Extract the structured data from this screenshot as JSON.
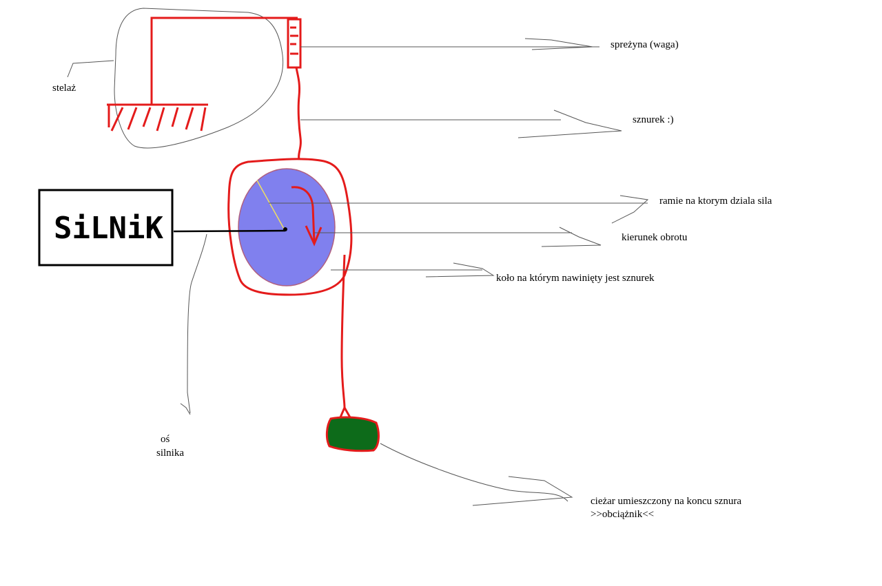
{
  "colors": {
    "ink": "#000000",
    "outline": "#555555",
    "red": "#e41b1b",
    "wheel_fill": "#8080ee",
    "wheel_stroke": "#b06080",
    "weight_fill": "#0d6b1a",
    "radius_line": "#f0e060"
  },
  "components": {
    "motor_text": "SiLNiK"
  },
  "labels": {
    "frame": "stelaż",
    "spring": "spreżyna (waga)",
    "string": "sznurek :)",
    "arm": "ramie na ktorym dziala sila",
    "rotation": "kierunek obrotu",
    "wheel": "koło na którym nawinięty jest sznurek",
    "axis_line1": "oś",
    "axis_line2": "silnika",
    "weight_line1": "cieżar umieszczony na koncu sznura",
    "weight_line2": ">>obciążnik<<"
  }
}
